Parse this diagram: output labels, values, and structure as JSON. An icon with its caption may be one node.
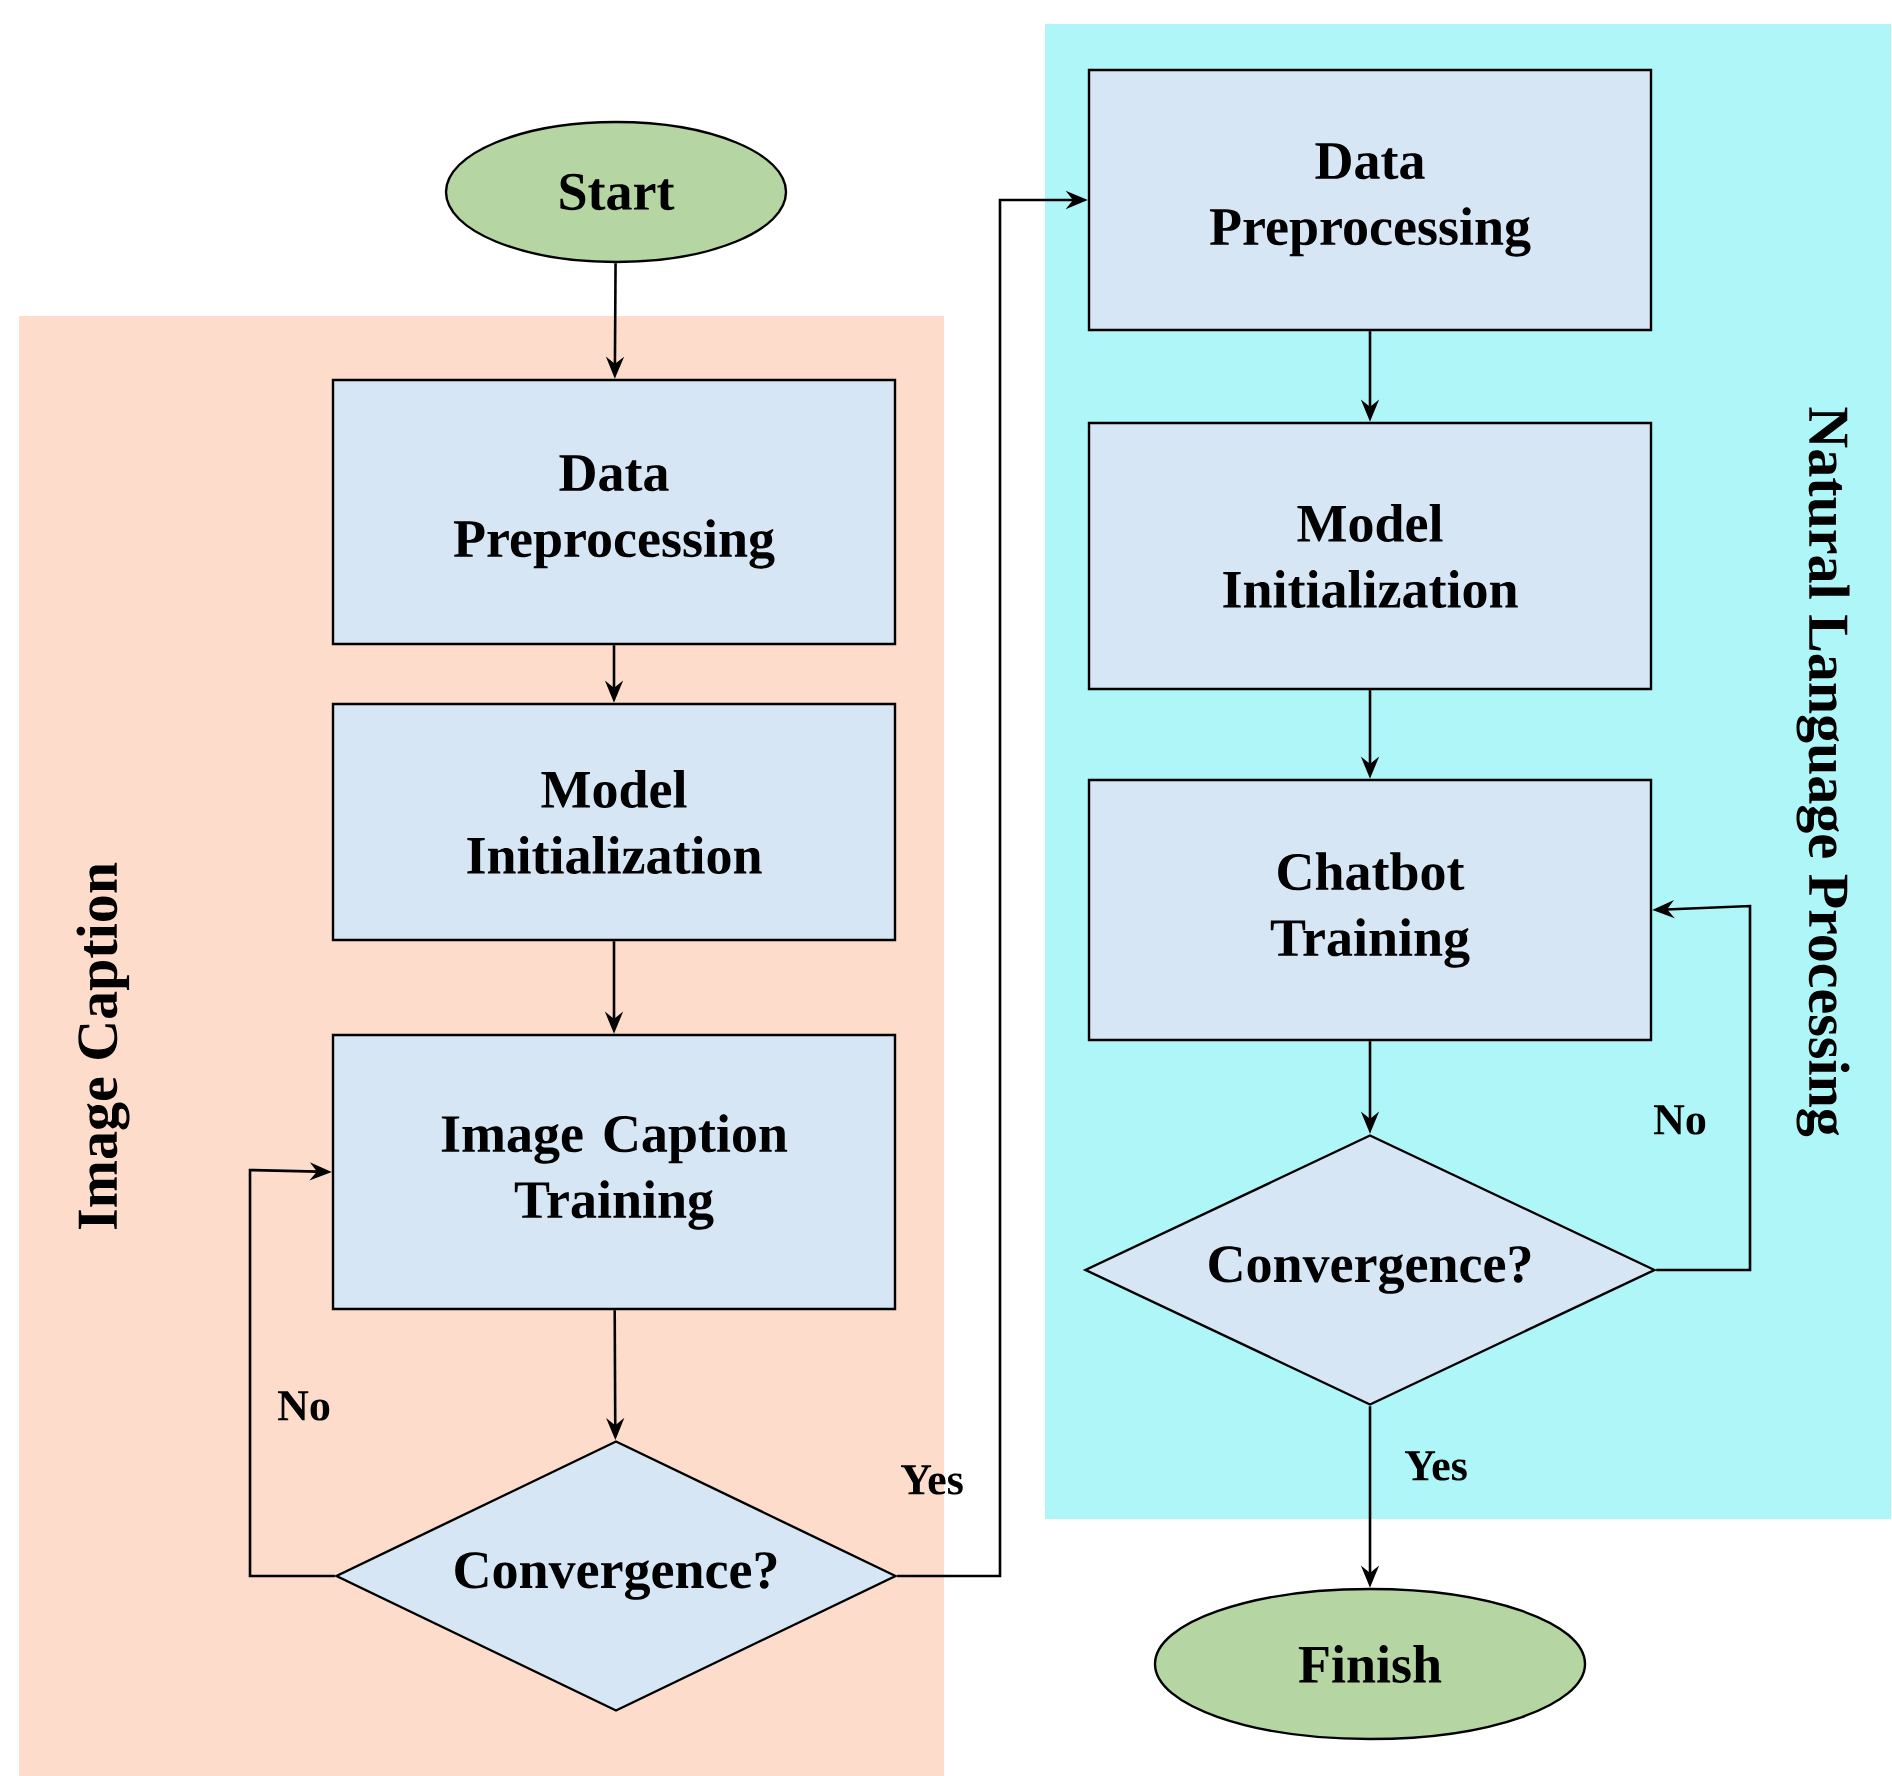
{
  "diagram": {
    "nodes": [
      {
        "text": [
          "Image Caption"
        ]
      },
      {
        "text": [
          "Natural Language Processing"
        ]
      },
      {
        "text": [
          "Start"
        ]
      },
      {
        "text": [
          "Data Preprocessing"
        ],
        "in": 0
      },
      {
        "text": [
          "Model Initialization"
        ],
        "in": 0
      },
      {
        "text": [
          "Image Caption Training"
        ],
        "in": 0
      },
      {
        "text": [
          "Convergence?"
        ],
        "in": 0
      },
      {
        "text": [
          "Data Preprocessing"
        ],
        "in": 1
      },
      {
        "text": [
          "Model Initialization"
        ],
        "in": 1
      },
      {
        "text": [
          "Chatbot Training"
        ],
        "in": 1
      },
      {
        "text": [
          "Convergence?"
        ],
        "in": 1
      },
      {
        "text": [
          "Finish"
        ]
      }
    ],
    "edges": [
      {
        "from": 2,
        "to": 3,
        "arrow": "to"
      },
      {
        "from": 3,
        "to": 4,
        "arrow": "to"
      },
      {
        "from": 4,
        "to": 5,
        "arrow": "to"
      },
      {
        "from": 5,
        "to": 6,
        "arrow": "to"
      },
      {
        "from": 6,
        "to": 5,
        "arrow": "to",
        "label": "No"
      },
      {
        "from": 6,
        "to": 7,
        "arrow": "to",
        "label": "Yes"
      },
      {
        "from": 7,
        "to": 8,
        "arrow": "to"
      },
      {
        "from": 8,
        "to": 9,
        "arrow": "to"
      },
      {
        "from": 9,
        "to": 10,
        "arrow": "to"
      },
      {
        "from": 10,
        "to": 9,
        "arrow": "to",
        "label": "No"
      },
      {
        "from": 10,
        "to": 11,
        "arrow": "to",
        "label": "Yes"
      }
    ]
  }
}
